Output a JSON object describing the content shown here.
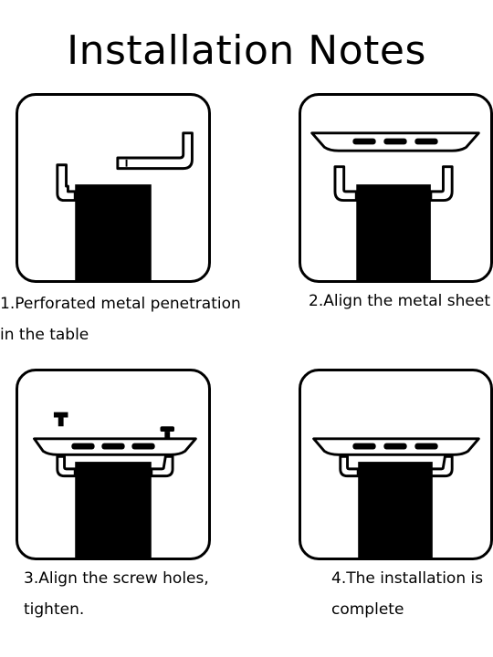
{
  "title": "Installation Notes",
  "steps": [
    {
      "caption": "1.Perforated metal penetration\nin the table"
    },
    {
      "caption": "2.Align the metal sheet"
    },
    {
      "caption": "3.Align the screw holes,\ntighten."
    },
    {
      "caption": "4.The installation is\ncomplete"
    }
  ]
}
